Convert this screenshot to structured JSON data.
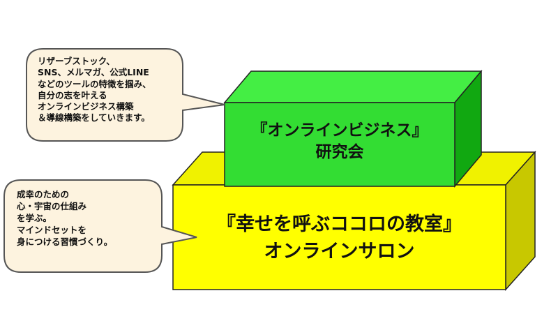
{
  "colors": {
    "yellow_front": "#ffff00",
    "yellow_top": "#f0f200",
    "yellow_side": "#c8c800",
    "green_front": "#33dd33",
    "green_top": "#44ee44",
    "green_side": "#11a811",
    "bubble_fill": "#fdf3df",
    "bubble_stroke": "#555555",
    "edge": "#222222"
  },
  "top_box": {
    "lines": [
      "『オンラインビジネス』",
      "研究会"
    ]
  },
  "bottom_box": {
    "lines": [
      "『幸せを呼ぶココロの教室』",
      "オンラインサロン"
    ]
  },
  "top_bubble": {
    "lines": [
      "リザーブストック、",
      "SNS、メルマガ、公式LINE",
      "などのツールの特徴を掴み、",
      "自分の志を叶える",
      "オンラインビジネス構築",
      "＆導線構築をしていきます。"
    ]
  },
  "bottom_bubble": {
    "lines": [
      "成幸のための",
      "心・宇宙の仕組み",
      "を学ぶ。",
      "マインドセットを",
      "身につける習慣づくり。"
    ]
  }
}
